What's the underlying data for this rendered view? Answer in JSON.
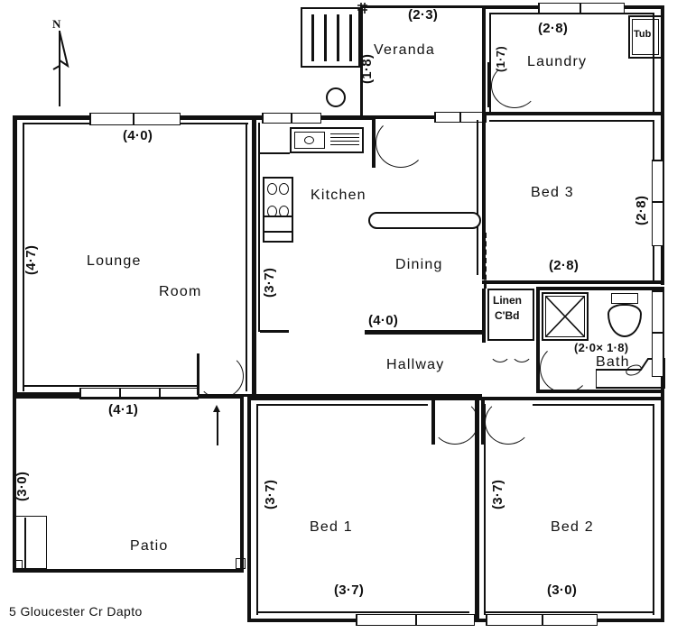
{
  "document": {
    "type": "floor-plan",
    "caption": "5 Gloucester Cr Dapto",
    "north_marker": "N"
  },
  "rooms": [
    {
      "id": "lounge",
      "name_line1": "Lounge",
      "name_line2": "Room"
    },
    {
      "id": "kitchen",
      "name_line1": "Kitchen"
    },
    {
      "id": "dining",
      "name_line1": "Dining"
    },
    {
      "id": "hallway",
      "name_line1": "Hallway"
    },
    {
      "id": "veranda",
      "name_line1": "Veranda"
    },
    {
      "id": "laundry",
      "name_line1": "Laundry"
    },
    {
      "id": "bed3",
      "name_line1": "Bed  3"
    },
    {
      "id": "bath",
      "name_line1": "Bath"
    },
    {
      "id": "bed1",
      "name_line1": "Bed  1"
    },
    {
      "id": "bed2",
      "name_line1": "Bed  2"
    },
    {
      "id": "patio",
      "name_line1": "Patio"
    }
  ],
  "fixtures": {
    "tub_label": "Tub",
    "linen_line1": "Linen",
    "linen_line2": "C'Bd"
  },
  "dimensions": {
    "lounge_top": "(4·0)",
    "lounge_left": "(4·7)",
    "lounge_bottom": "(4·1)",
    "kitchen_left": "(3·7)",
    "veranda_top": "(2·3)",
    "veranda_left": "(1·8)",
    "laundry_top": "(2·8)",
    "laundry_left": "(1·7)",
    "bed3_right": "(2·8)",
    "bed3_bottom": "(2·8)",
    "hallway_dim": "(4·0)",
    "bath_dim": "(2·0× 1·8)",
    "patio_left": "(3·0)",
    "bed1_left": "(3·7)",
    "bed1_bottom": "(3·7)",
    "bed2_left": "(3·7)",
    "bed2_bottom": "(3·0)"
  },
  "colors": {
    "ink": "#111111",
    "paper": "#ffffff"
  }
}
